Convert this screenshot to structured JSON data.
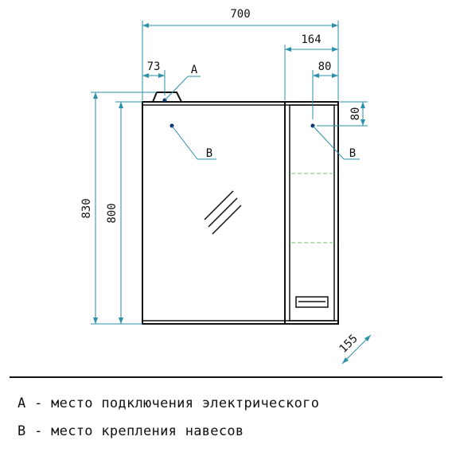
{
  "colors": {
    "dimension": "#2a8fa8",
    "outline": "#111111",
    "shelf": "#8fd18f"
  },
  "dimensions": {
    "overall_width": "700",
    "overall_height": "830",
    "cabinet_height": "800",
    "left_offset": "73",
    "right_section_width": "164",
    "right_offset": "80",
    "hole_offset": "80",
    "depth": "155"
  },
  "markers": {
    "a": "A",
    "b_left": "B",
    "b_right": "B"
  },
  "icons": {
    "mirror": "mirror-glare-icon",
    "handle": "drawer-handle-icon"
  },
  "legend": {
    "a": "А - место подключения электрического",
    "b": "В - место крепления навесов"
  }
}
